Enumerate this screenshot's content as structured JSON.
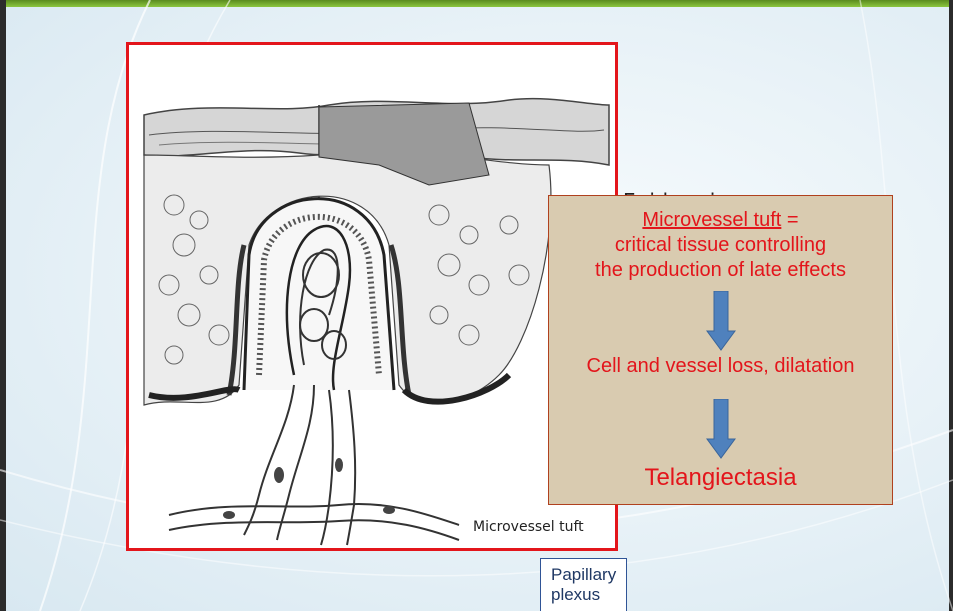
{
  "figure": {
    "epidermis_label": "Epidermis",
    "microvessel_label": "Microvessel tuft",
    "plexus_label": "Papillary plexus"
  },
  "callout": {
    "title_underlined": "Microvessel tuft",
    "title_suffix": " =",
    "line2": "critical tissue controlling",
    "line3": "the production of late effects",
    "line4": "Cell and vessel loss, dilatation",
    "result": "Telangiectasia"
  },
  "colors": {
    "frame_red": "#e3151b",
    "callout_bg": "#d9cbb0",
    "arrow_blue": "#4f81bd",
    "label_blue": "#2f5496",
    "accent_green": "#8cc63f"
  }
}
